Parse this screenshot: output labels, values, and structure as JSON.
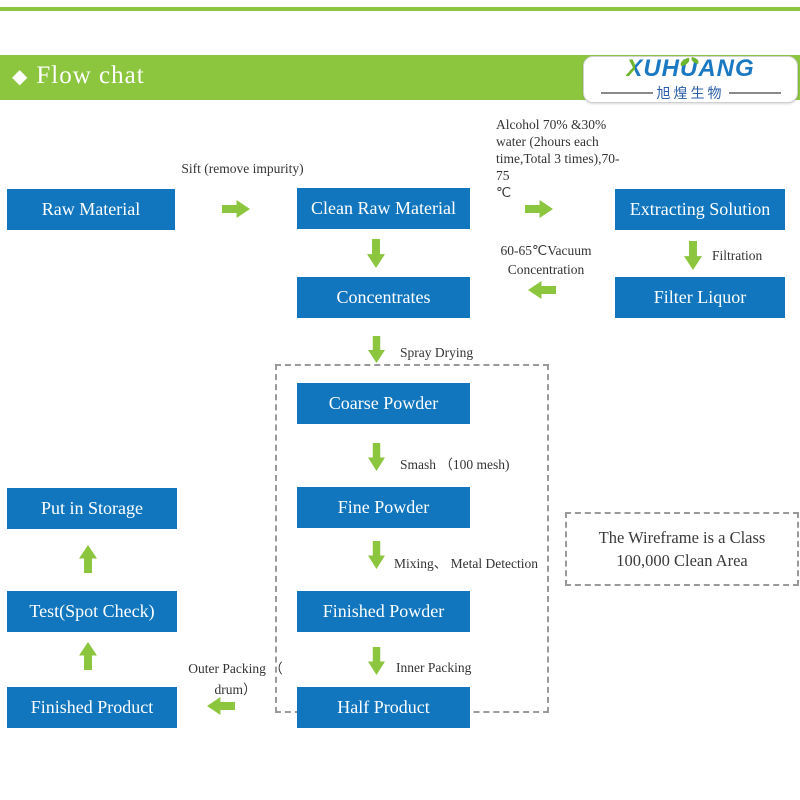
{
  "colors": {
    "green": "#8CC63F",
    "blue": "#1176BE"
  },
  "header": {
    "diamond": "◆",
    "title": "Flow chat",
    "logo": {
      "name": "XUHUANG",
      "subtitle": "旭煌生物"
    }
  },
  "nodes": {
    "raw_material": {
      "label": "Raw Material"
    },
    "clean_raw_material": {
      "label": "Clean Raw Material"
    },
    "extracting_solution": {
      "label": "Extracting Solution"
    },
    "concentrates": {
      "label": "Concentrates"
    },
    "filter_liquor": {
      "label": "Filter Liquor"
    },
    "coarse_powder": {
      "label": "Coarse Powder"
    },
    "put_in_storage": {
      "label": "Put in Storage"
    },
    "fine_powder": {
      "label": "Fine Powder"
    },
    "test_spot_check": {
      "label": "Test(Spot Check)"
    },
    "finished_powder": {
      "label": "Finished Powder"
    },
    "finished_product": {
      "label": "Finished Product"
    },
    "half_product": {
      "label": "Half Product"
    }
  },
  "labels": {
    "sift": "Sift (remove impurity)",
    "alcohol": "Alcohol 70% &30%\nwater  (2hours each\ntime,Total 3 times),70-75\n℃",
    "vacuum": "60-65℃Vacuum\nConcentration",
    "filtration": "Filtration",
    "spray_drying": "Spray Drying",
    "smash": "Smash （100 mesh)",
    "mixing": "Mixing、 Metal Detection",
    "inner_packing": "Inner Packing",
    "outer_packing": "Outer Packing （\ndrum）",
    "clean_area_note": "The Wireframe is a Class\n100,000 Clean Area"
  }
}
